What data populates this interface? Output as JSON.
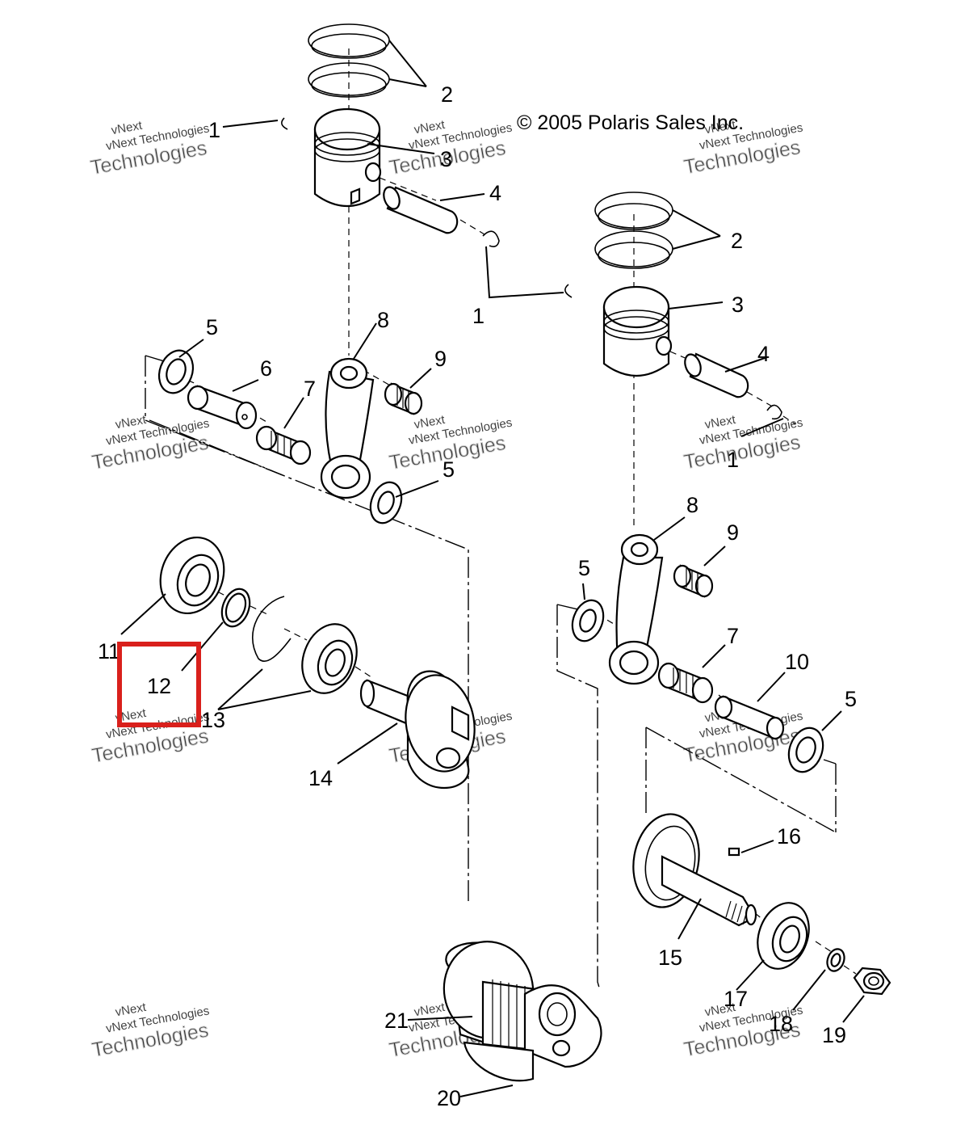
{
  "copyright": "© 2005 Polaris Sales Inc.",
  "watermark": {
    "line1": "vNext",
    "line2": "vNext Technologies",
    "line3": "Technologies"
  },
  "highlight": {
    "label": "12",
    "color": "#d9201c"
  },
  "callouts": {
    "c1a": "1",
    "c2a": "2",
    "c3a": "3",
    "c4a": "4",
    "c2b": "2",
    "c1b": "1",
    "c3b": "3",
    "c4b": "4",
    "c5a": "5",
    "c6": "6",
    "c7a": "7",
    "c8a": "8",
    "c9a": "9",
    "c1c": "1",
    "c5b": "5",
    "c8b": "8",
    "c9b": "9",
    "c5c": "5",
    "c7b": "7",
    "c10": "10",
    "c5d": "5",
    "c11": "11",
    "c13": "13",
    "c14": "14",
    "c16": "16",
    "c15": "15",
    "c17": "17",
    "c18": "18",
    "c19": "19",
    "c21": "21",
    "c20": "20"
  }
}
